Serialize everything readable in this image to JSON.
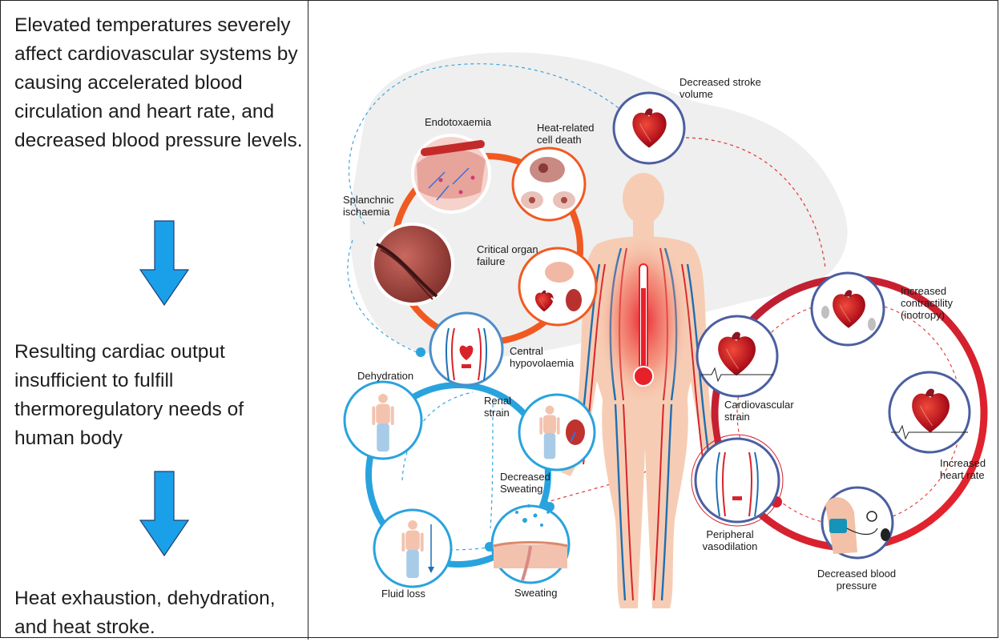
{
  "left_panel": {
    "block1": "Elevated temperatures severely affect cardiovascular systems by causing accelerated blood circulation and heart rate, and decreased blood pressure levels.",
    "block2": "Resulting cardiac output insufficient to fulfill thermoregulatory needs of human body",
    "block3": "Heat exhaustion, dehydration, and heat stroke.",
    "arrow_color": "#1aa0e8"
  },
  "diagram": {
    "labels": {
      "decreased_stroke_volume": [
        "Decreased stroke",
        "volume"
      ],
      "endotoxaemia": [
        "Endotoxaemia"
      ],
      "heat_related_cell_death": [
        "Heat-related",
        "cell death"
      ],
      "splanchnic_ischaemia": [
        "Splanchnic",
        "ischaemia"
      ],
      "critical_organ_failure": [
        "Critical organ",
        "failure"
      ],
      "central_hypovolaemia": [
        "Central",
        "hypovolaemia"
      ],
      "dehydration": [
        "Dehydration"
      ],
      "renal_strain": [
        "Renal",
        "strain"
      ],
      "decreased_sweating": [
        "Decreased",
        "Sweating"
      ],
      "fluid_loss": [
        "Fluid loss"
      ],
      "sweating": [
        "Sweating"
      ],
      "increased_contractility": [
        "Increased",
        "contractility",
        "(inotropy)"
      ],
      "cardiovascular_strain": [
        "Cardiovascular",
        "strain"
      ],
      "increased_heart_rate": [
        "Increased",
        "heart rate"
      ],
      "peripheral_vasodilation": [
        "Peripheral",
        "vasodilation"
      ],
      "decreased_blood_pressure": [
        "Decreased blood",
        "pressure"
      ]
    },
    "colors": {
      "orange_ring": "#f05a22",
      "blue_ring": "#29a3de",
      "red_ring": "#d42030",
      "dashed_red": "#e0362f",
      "dashed_blue": "#3aa6e0",
      "background_blob": "#efefef",
      "skin": "#f6cdb4",
      "artery": "#d8232a",
      "vein": "#1f6fb2"
    }
  }
}
